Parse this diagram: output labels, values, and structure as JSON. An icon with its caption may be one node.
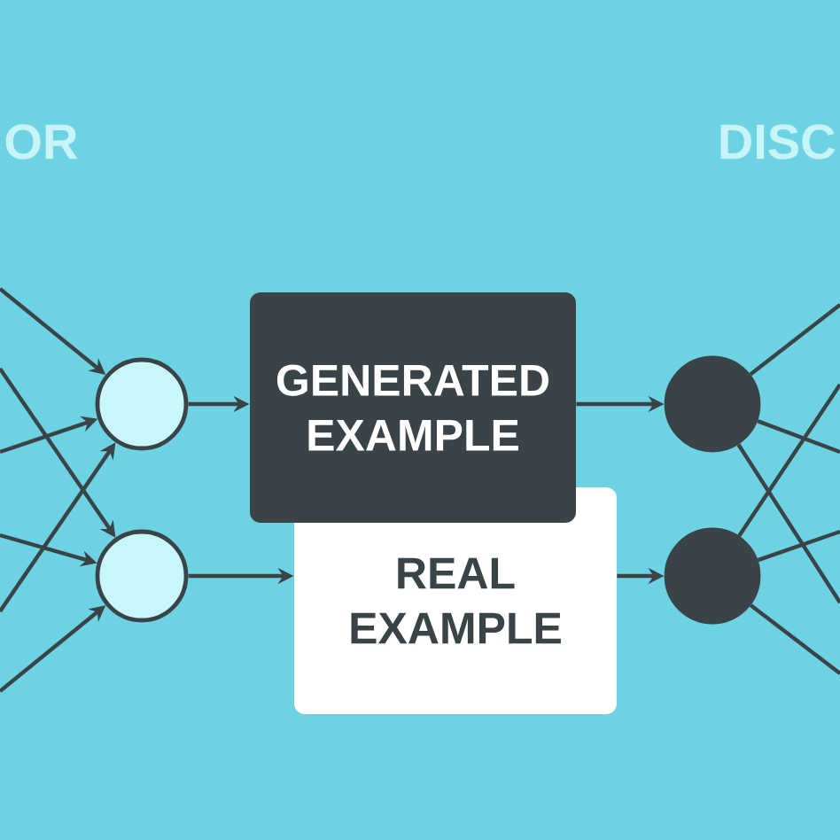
{
  "diagram": {
    "nodes": [
      {
        "text": [],
        "shape": "circle"
      },
      {
        "text": [],
        "shape": "circle"
      },
      {
        "text": [
          "GENERATED EXAMPLE"
        ]
      },
      {
        "text": [
          "REAL EXAMPLE"
        ]
      },
      {
        "text": [],
        "shape": "circle"
      },
      {
        "text": [],
        "shape": "circle"
      }
    ],
    "edges": [
      {
        "from": null,
        "to": 0,
        "arrow": "to"
      },
      {
        "from": null,
        "to": 1,
        "arrow": "to"
      },
      {
        "from": null,
        "to": 0,
        "arrow": "to"
      },
      {
        "from": null,
        "to": 1,
        "arrow": "to"
      },
      {
        "from": null,
        "to": 0,
        "arrow": "to"
      },
      {
        "from": null,
        "to": 1,
        "arrow": "to"
      },
      {
        "from": 0,
        "to": 2,
        "arrow": "to"
      },
      {
        "from": 1,
        "to": 3,
        "arrow": "to"
      },
      {
        "from": 2,
        "to": 4,
        "arrow": "to"
      },
      {
        "from": 3,
        "to": 5,
        "arrow": "to"
      },
      {
        "from": 4,
        "to": null,
        "arrow": "none"
      },
      {
        "from": 4,
        "to": null,
        "arrow": "none"
      },
      {
        "from": 4,
        "to": null,
        "arrow": "none"
      },
      {
        "from": 5,
        "to": null,
        "arrow": "none"
      },
      {
        "from": 5,
        "to": null,
        "arrow": "none"
      },
      {
        "from": 5,
        "to": null,
        "arrow": "none"
      }
    ],
    "labels": [
      "OR",
      "DISC"
    ]
  }
}
